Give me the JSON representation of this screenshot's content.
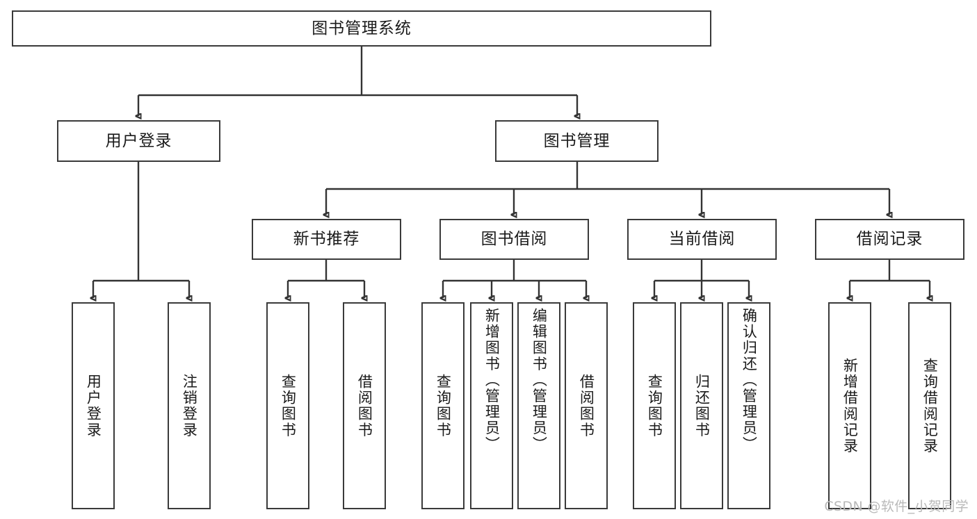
{
  "diagram": {
    "title": "图书管理系统",
    "type": "tree",
    "watermark": "CSDN @软件_小贺同学",
    "nodes": {
      "root": {
        "label": "图书管理系统"
      },
      "level2": [
        {
          "id": "user-login",
          "label": "用户登录"
        },
        {
          "id": "book-manage",
          "label": "图书管理"
        }
      ],
      "level3": [
        {
          "id": "new-book-rec",
          "label": "新书推荐"
        },
        {
          "id": "book-borrow",
          "label": "图书借阅"
        },
        {
          "id": "current-borrow",
          "label": "当前借阅"
        },
        {
          "id": "borrow-record",
          "label": "借阅记录"
        }
      ],
      "leaves": [
        {
          "id": "leaf-user-login",
          "parent": "user-login",
          "label": "用户登录"
        },
        {
          "id": "leaf-logout",
          "parent": "user-login",
          "label": "注销登录"
        },
        {
          "id": "leaf-query-book-1",
          "parent": "new-book-rec",
          "label": "查询图书"
        },
        {
          "id": "leaf-borrow-book-1",
          "parent": "new-book-rec",
          "label": "借阅图书"
        },
        {
          "id": "leaf-query-book-2",
          "parent": "book-borrow",
          "label": "查询图书"
        },
        {
          "id": "leaf-add-book",
          "parent": "book-borrow",
          "label": "新增图书（管理员）"
        },
        {
          "id": "leaf-edit-book",
          "parent": "book-borrow",
          "label": "编辑图书（管理员）"
        },
        {
          "id": "leaf-borrow-book-2",
          "parent": "book-borrow",
          "label": "借阅图书"
        },
        {
          "id": "leaf-query-book-3",
          "parent": "current-borrow",
          "label": "查询图书"
        },
        {
          "id": "leaf-return-book",
          "parent": "current-borrow",
          "label": "归还图书"
        },
        {
          "id": "leaf-confirm-return",
          "parent": "current-borrow",
          "label": "确认归还（管理员）"
        },
        {
          "id": "leaf-add-record",
          "parent": "borrow-record",
          "label": "新增借阅记录"
        },
        {
          "id": "leaf-query-record",
          "parent": "borrow-record",
          "label": "查询借阅记录"
        }
      ]
    },
    "colors": {
      "stroke": "#333333",
      "node_border": "#3a3a3a",
      "node_fill": "#ffffff",
      "text": "#1a1a1a",
      "watermark": "#b9b9b9",
      "background": "#ffffff"
    }
  }
}
